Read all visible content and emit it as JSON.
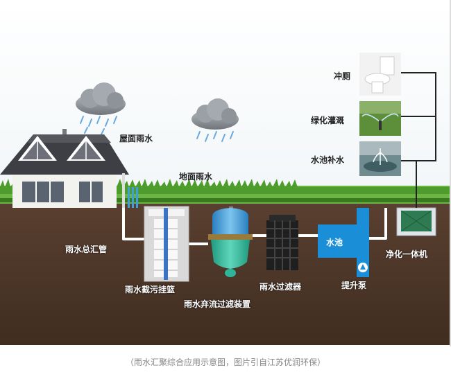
{
  "labels": {
    "roof_rain": "屋面雨水",
    "ground_rain": "地面雨水",
    "main_pipe": "雨水总汇管",
    "basket": "雨水截污挂篮",
    "diverter": "雨水弃流过滤装置",
    "filter": "雨水过滤器",
    "pool": "水池",
    "pump": "提升泵",
    "purifier": "净化一体机",
    "toilet": "冲厕",
    "irrigation": "绿化灌溉",
    "pool_refill": "水池补水"
  },
  "caption": "（雨水汇聚综合应用示意图，图片引自江苏优润环保）",
  "colors": {
    "soil": "#4a3526",
    "grass": "#5fa83a",
    "pipe": "#ffffff",
    "pool": "#1a8fd8",
    "diverter_top": "#3d9ad6",
    "diverter_bottom": "#2fb59a",
    "filter": "#1e1e1e"
  }
}
